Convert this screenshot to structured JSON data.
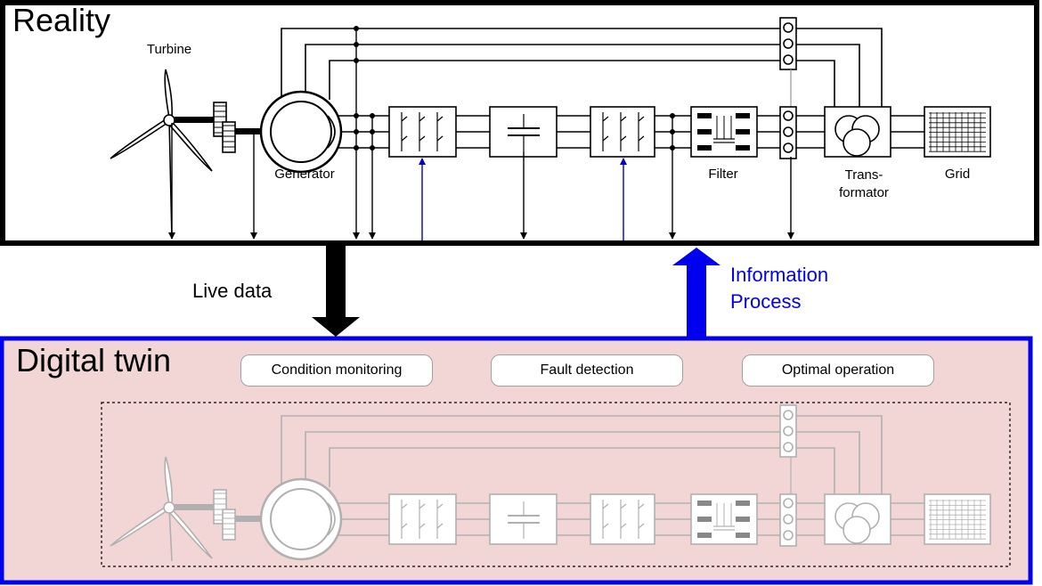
{
  "reality": {
    "title": "Reality"
  },
  "digital_twin": {
    "title": "Digital twin",
    "services": [
      "Condition monitoring",
      "Fault detection",
      "Optimal operation"
    ]
  },
  "flows": {
    "live_data": "Live data",
    "information_process": [
      "Information",
      "Process"
    ]
  },
  "components": {
    "turbine": "Turbine",
    "generator": "Generator",
    "filter": "Filter",
    "transformator": [
      "Trans-",
      "formator"
    ],
    "grid": "Grid"
  },
  "colors": {
    "reality_border": "#000000",
    "twin_border": "#0000ee",
    "twin_fill": "#f2d6d6",
    "info_blue": "#0000ee",
    "control_line": "#0000cc",
    "ghost": "#b0b0b0"
  }
}
